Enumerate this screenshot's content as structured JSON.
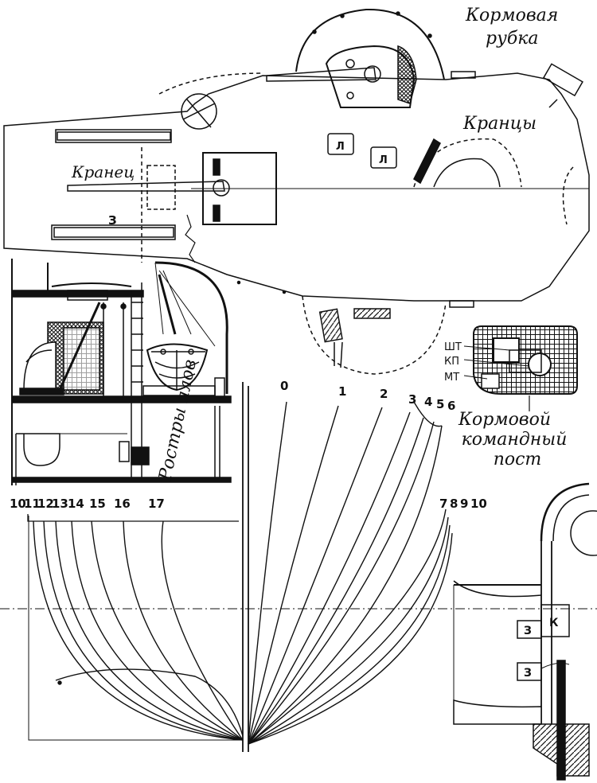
{
  "labels": {
    "stern_cabin": [
      "Кормовая",
      "рубка"
    ],
    "fenders": "Кранцы",
    "fender": "Кранец",
    "boat_chocks": "Ростры ялов",
    "stern_post": [
      "Кормовой",
      "командный",
      "пост"
    ],
    "wt": "ШТ",
    "kp": "КП",
    "mt": "МТ",
    "l1": "Л",
    "l2": "Л",
    "z_top": "З",
    "z_right1": "З",
    "z_right2": "З",
    "k": "К"
  },
  "stations_fore": [
    "0",
    "1",
    "2",
    "3",
    "4",
    "5",
    "6"
  ],
  "stations_aft": [
    "10",
    "11",
    "12",
    "13",
    "14",
    "15",
    "16",
    "17"
  ],
  "stations_mid": [
    "7",
    "8",
    "9",
    "10"
  ],
  "colors": {
    "ink": "#111111",
    "paper": "#ffffff",
    "hatch": "#222222"
  }
}
